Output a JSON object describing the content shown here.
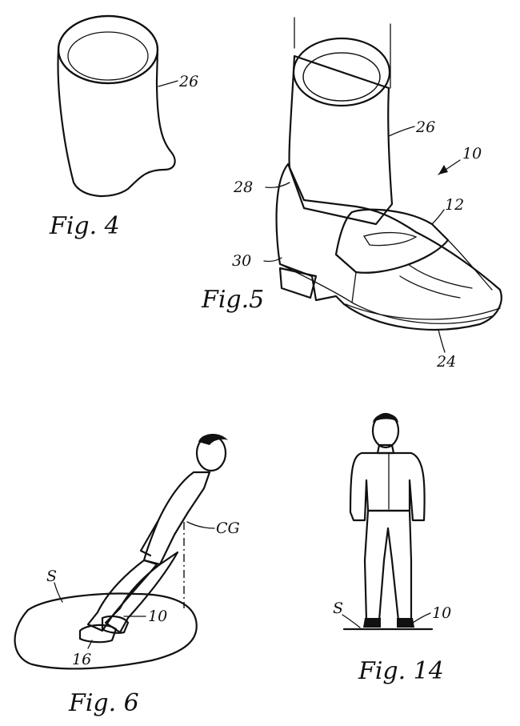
{
  "figures": [
    {
      "id": "fig4",
      "caption": "Fig. 4",
      "refs": [
        "26"
      ]
    },
    {
      "id": "fig5",
      "caption": "Fig.5",
      "refs": [
        "26",
        "10",
        "28",
        "12",
        "30",
        "24"
      ]
    },
    {
      "id": "fig6",
      "caption": "Fig. 6",
      "refs": [
        "CG",
        "S",
        "10",
        "16"
      ]
    },
    {
      "id": "fig14",
      "caption": "Fig. 14",
      "refs": [
        "S",
        "10"
      ]
    }
  ],
  "colors": {
    "ink": "#111111",
    "paper": "#ffffff"
  }
}
